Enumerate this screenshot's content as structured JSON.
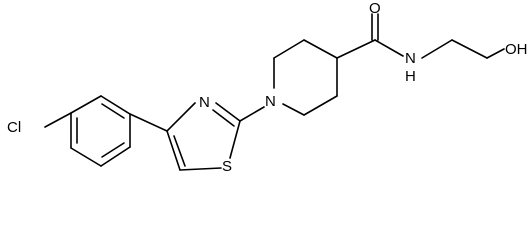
{
  "molecule": {
    "atoms": {
      "chlorine": "Cl",
      "thiazole_nitrogen": "N",
      "thiazole_sulfur": "S",
      "piperidine_nitrogen": "N",
      "carbonyl_oxygen": "O",
      "amide_nitrogen_h": "N",
      "amide_h": "H",
      "hydroxyl": "OH"
    },
    "colors": {
      "bond": "#000000",
      "label": "#000000",
      "background": "#ffffff"
    }
  }
}
